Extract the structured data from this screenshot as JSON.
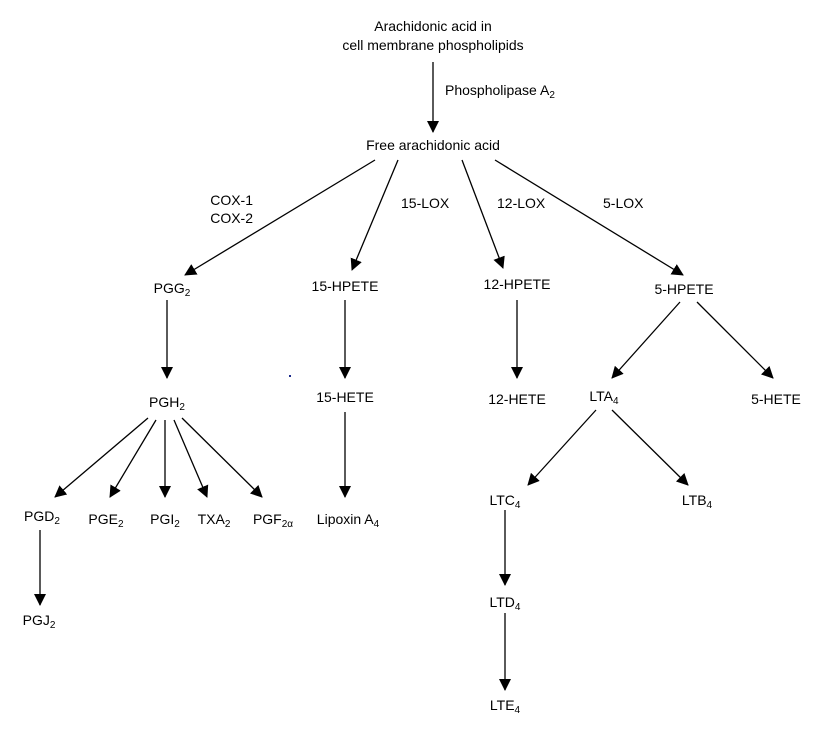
{
  "diagram": {
    "nodes": {
      "source_line1": "Arachidonic acid in",
      "source_line2": "cell membrane phospholipids",
      "free_aa": "Free arachidonic acid",
      "pgg": {
        "base": "PGG",
        "sub": "2"
      },
      "pgh": {
        "base": "PGH",
        "sub": "2"
      },
      "pgd": {
        "base": "PGD",
        "sub": "2"
      },
      "pgj": {
        "base": "PGJ",
        "sub": "2"
      },
      "pge": {
        "base": "PGE",
        "sub": "2"
      },
      "pgi": {
        "base": "PGI",
        "sub": "2"
      },
      "txa": {
        "base": "TXA",
        "sub": "2"
      },
      "pgf": {
        "base": "PGF",
        "sub": "2α"
      },
      "hpete15": "15-HPETE",
      "hete15": "15-HETE",
      "lipoxin": {
        "base": "Lipoxin A",
        "sub": "4"
      },
      "hpete12": "12-HPETE",
      "hete12": "12-HETE",
      "hpete5": "5-HPETE",
      "hete5": "5-HETE",
      "lta": {
        "base": "LTA",
        "sub": "4"
      },
      "ltb": {
        "base": "LTB",
        "sub": "4"
      },
      "ltc": {
        "base": "LTC",
        "sub": "4"
      },
      "ltd": {
        "base": "LTD",
        "sub": "4"
      },
      "lte": {
        "base": "LTE",
        "sub": "4"
      }
    },
    "enzymes": {
      "pla2": {
        "base": "Phospholipase A",
        "sub": "2"
      },
      "cox1": "COX-1",
      "cox2": "COX-2",
      "lox15": "15-LOX",
      "lox12": "12-LOX",
      "lox5": "5-LOX"
    },
    "colors": {
      "ink": "#000000",
      "stray_dot": "#1a2a8a"
    }
  }
}
